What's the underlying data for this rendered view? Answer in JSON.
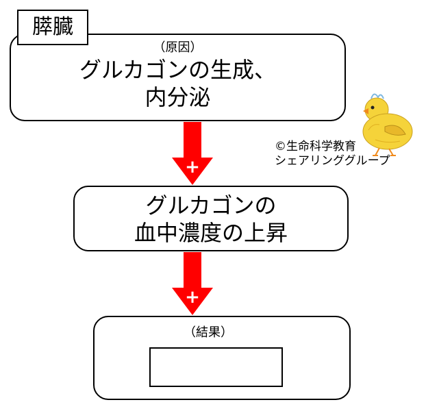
{
  "organ_label": "膵臓",
  "cause_box": {
    "label": "（原因）",
    "lines": [
      "グルカゴンの生成、",
      "内分泌"
    ]
  },
  "arrow_sign_1": "+",
  "level_box": {
    "lines": [
      "グルカゴンの",
      "血中濃度の上昇"
    ]
  },
  "arrow_sign_2": "+",
  "result_box": {
    "label": "（結果）"
  },
  "credit": {
    "line1": "©生命科学教育",
    "line2": "シェアリンググループ"
  },
  "colors": {
    "arrow": "#ff0000",
    "chick_body": "#f5d33a",
    "chick_beak": "#f08a1c"
  },
  "icons": [
    "chick-illustration-icon"
  ]
}
